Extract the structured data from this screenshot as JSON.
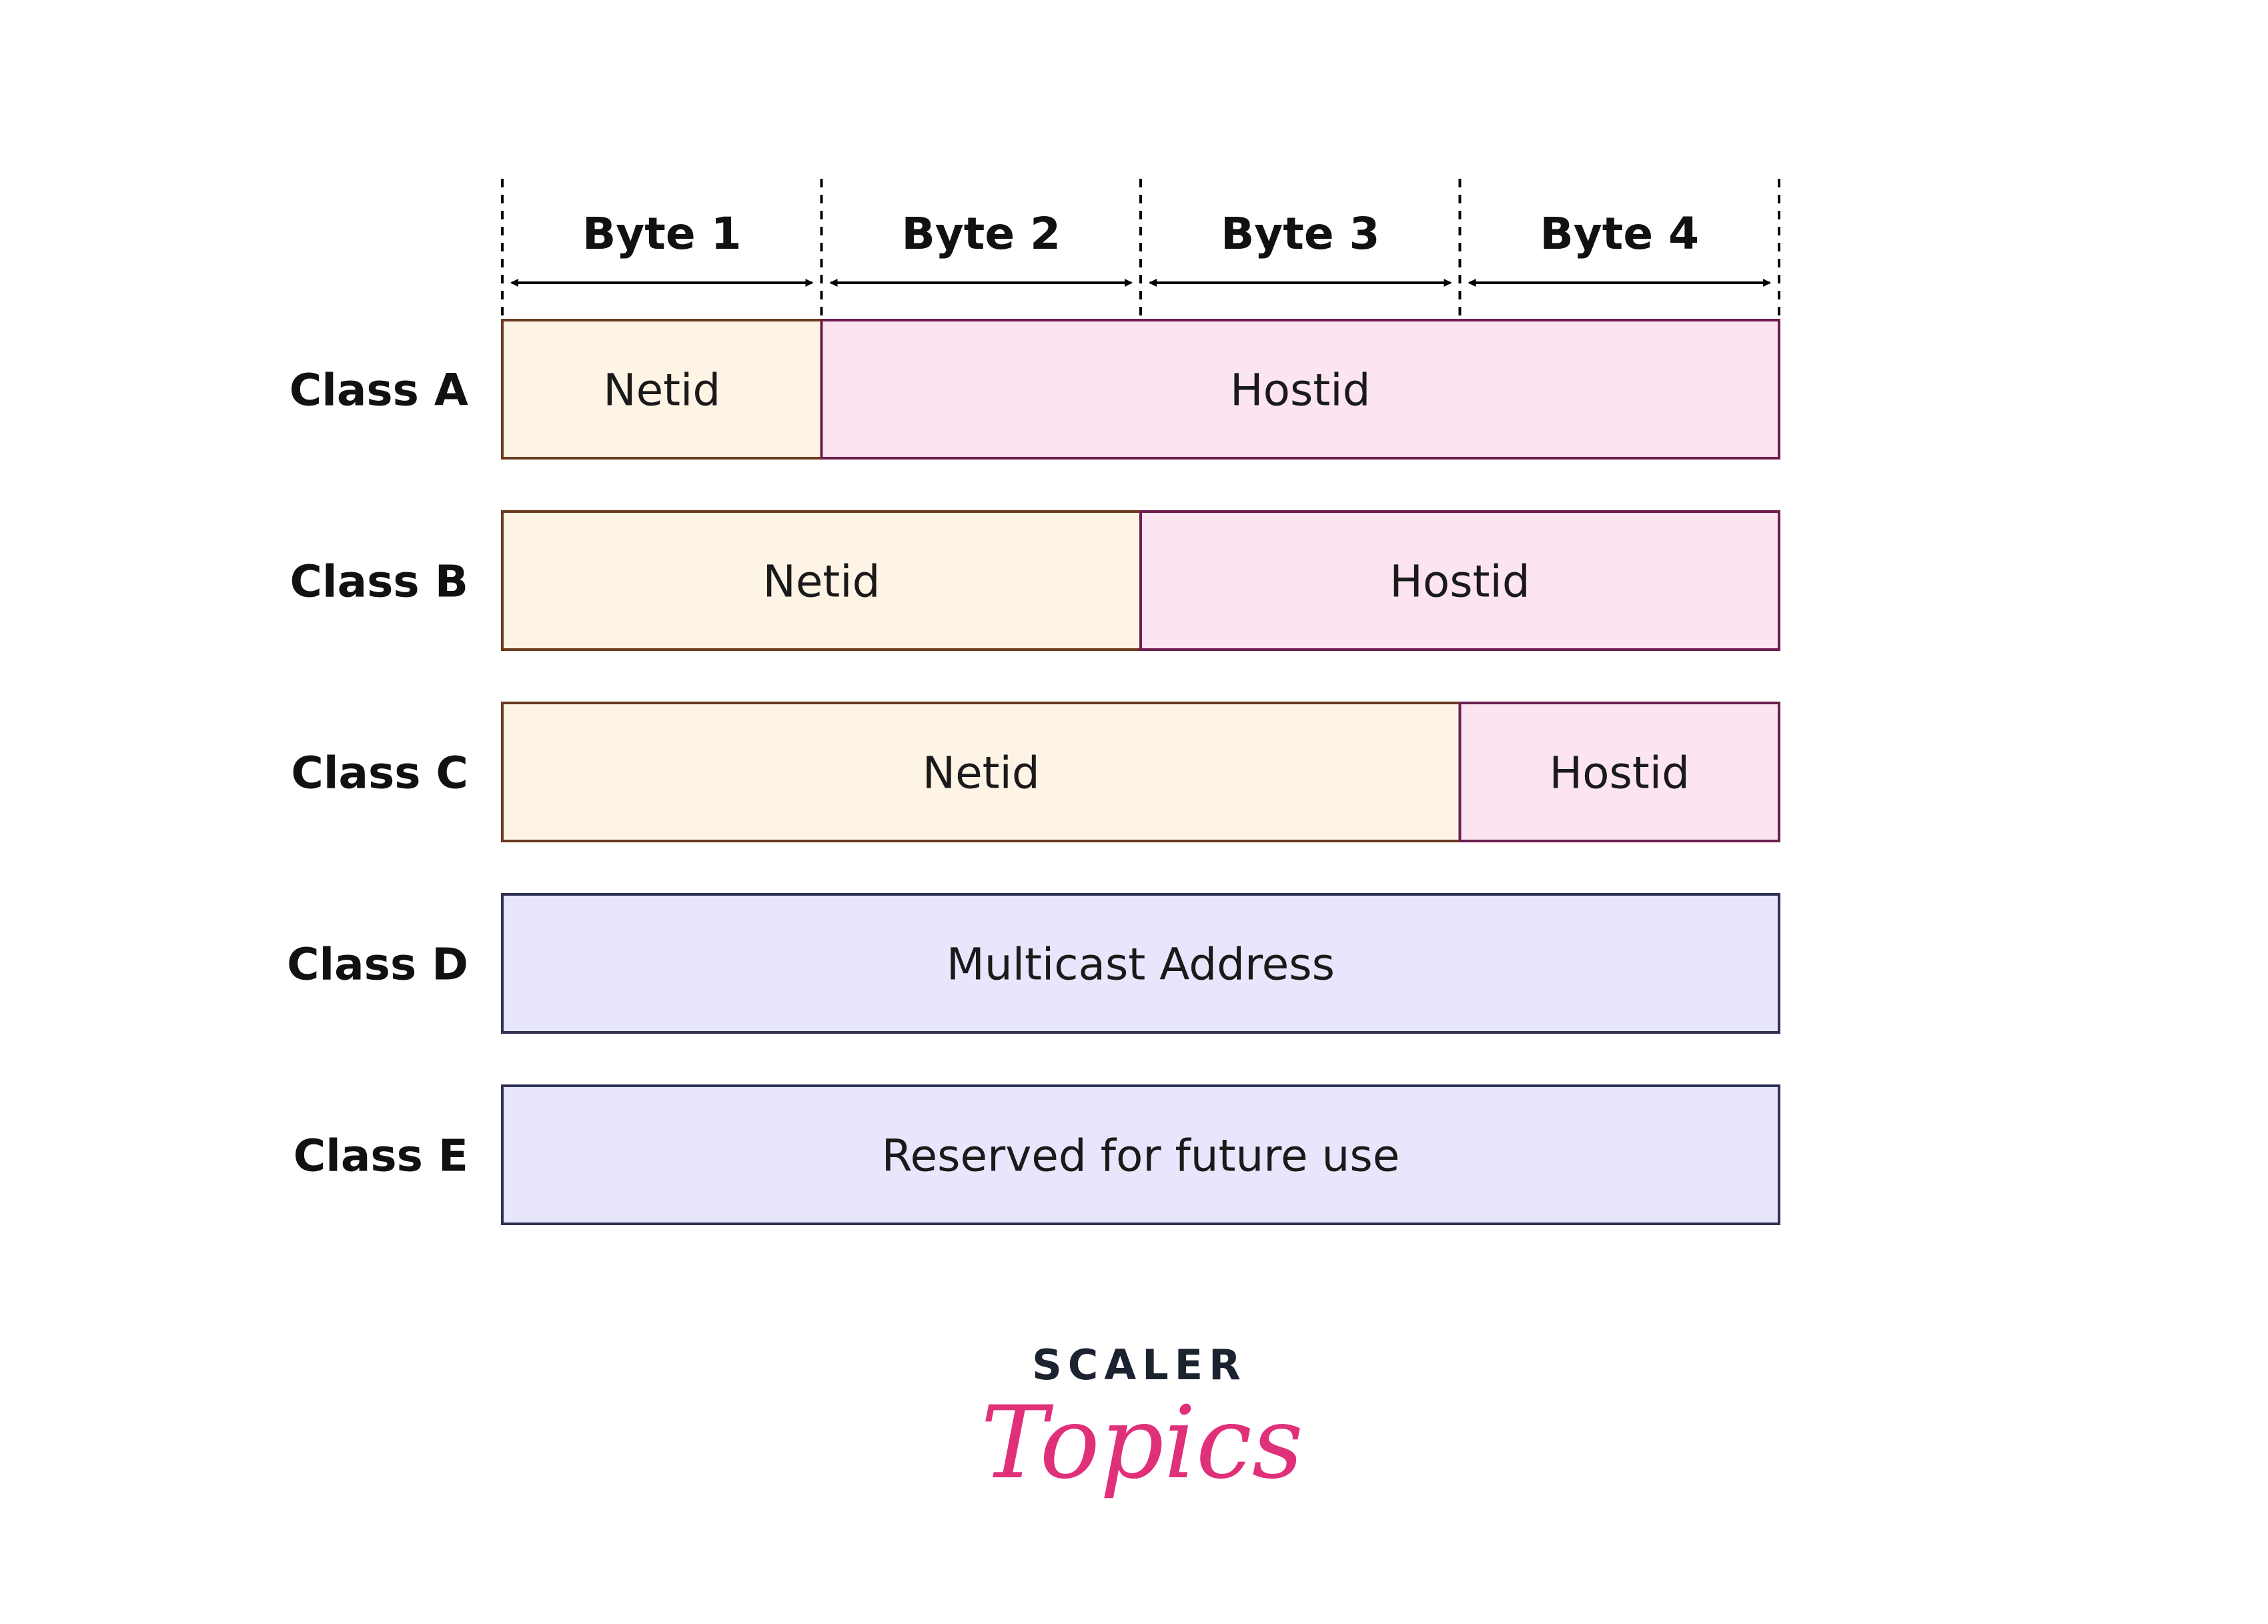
{
  "bytes": [
    "Byte 1",
    "Byte 2",
    "Byte 3",
    "Byte 4"
  ],
  "classes": [
    {
      "label": "Class A",
      "segments": [
        {
          "text": "Netid",
          "bytes": 1,
          "kind": "net"
        },
        {
          "text": "Hostid",
          "bytes": 3,
          "kind": "host"
        }
      ]
    },
    {
      "label": "Class B",
      "segments": [
        {
          "text": "Netid",
          "bytes": 2,
          "kind": "net"
        },
        {
          "text": "Hostid",
          "bytes": 2,
          "kind": "host"
        }
      ]
    },
    {
      "label": "Class C",
      "segments": [
        {
          "text": "Netid",
          "bytes": 3,
          "kind": "net"
        },
        {
          "text": "Hostid",
          "bytes": 1,
          "kind": "host"
        }
      ]
    },
    {
      "label": "Class D",
      "segments": [
        {
          "text": "Multicast Address",
          "bytes": 4,
          "kind": "special"
        }
      ]
    },
    {
      "label": "Class E",
      "segments": [
        {
          "text": "Reserved for future use",
          "bytes": 4,
          "kind": "special"
        }
      ]
    }
  ],
  "colors": {
    "net_fill": "#fef4e6",
    "net_stroke": "#6b3a1f",
    "host_fill": "#fde4f1",
    "host_stroke": "#6e1d4e",
    "special_fill": "#e8e6fc",
    "special_stroke": "#2f3154",
    "text": "#111111"
  },
  "logo": {
    "top": "SCALER",
    "script": "Topics"
  }
}
